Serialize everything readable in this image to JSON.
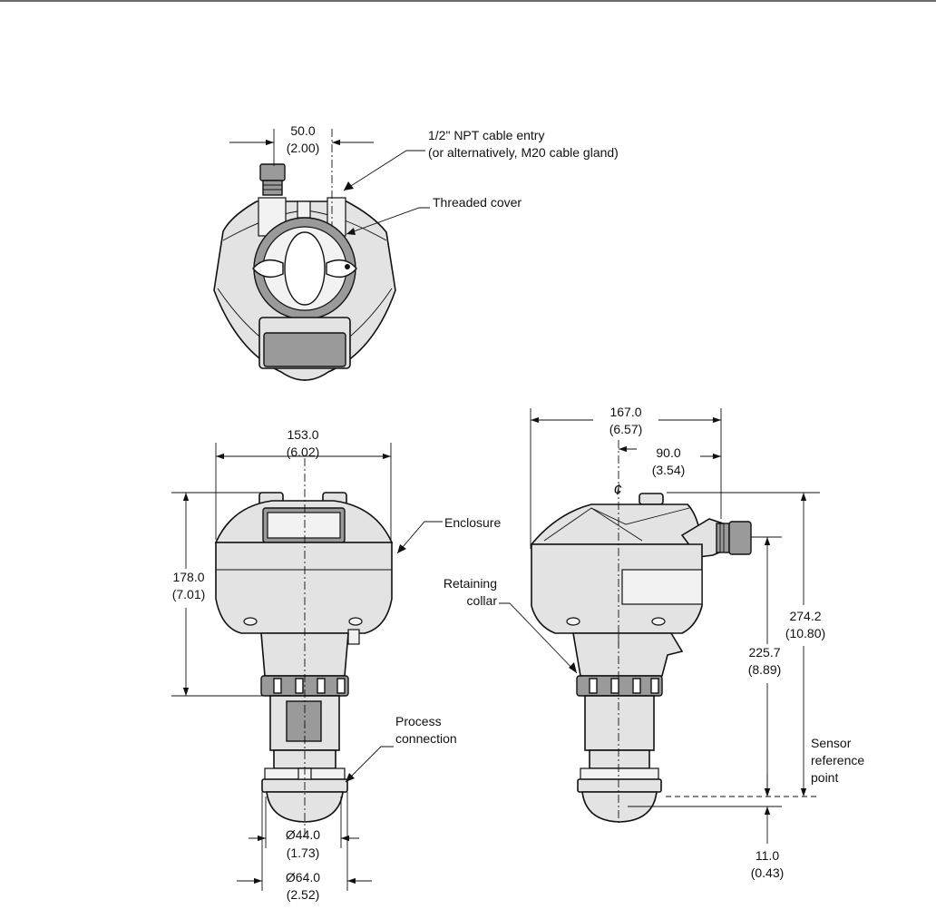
{
  "top_view": {
    "dim_width": "50.0",
    "dim_width_in": "(2.00)",
    "cable_entry_line1": "1/2\" NPT cable entry",
    "cable_entry_line2": "(or alternatively, M20 cable gland)",
    "threaded_cover": "Threaded cover"
  },
  "front_view": {
    "dim_width": "153.0",
    "dim_width_in": "(6.02)",
    "dim_height": "178.0",
    "dim_height_in": "(7.01)",
    "enclosure": "Enclosure",
    "process_line1": "Process",
    "process_line2": "connection",
    "dia_inner": "Ø44.0",
    "dia_inner_in": "(1.73)",
    "dia_outer": "Ø64.0",
    "dia_outer_in": "(2.52)"
  },
  "side_view": {
    "dim_width": "167.0",
    "dim_width_in": "(6.57)",
    "dim_offset": "90.0",
    "dim_offset_in": "(3.54)",
    "centerline_symbol": "¢",
    "retaining_line1": "Retaining",
    "retaining_line2": "collar",
    "dim_total": "274.2",
    "dim_total_in": "(10.80)",
    "dim_ref": "225.7",
    "dim_ref_in": "(8.89)",
    "sensor_line1": "Sensor",
    "sensor_line2": "reference",
    "sensor_line3": "point",
    "dim_bottom": "11.0",
    "dim_bottom_in": "(0.43)"
  }
}
